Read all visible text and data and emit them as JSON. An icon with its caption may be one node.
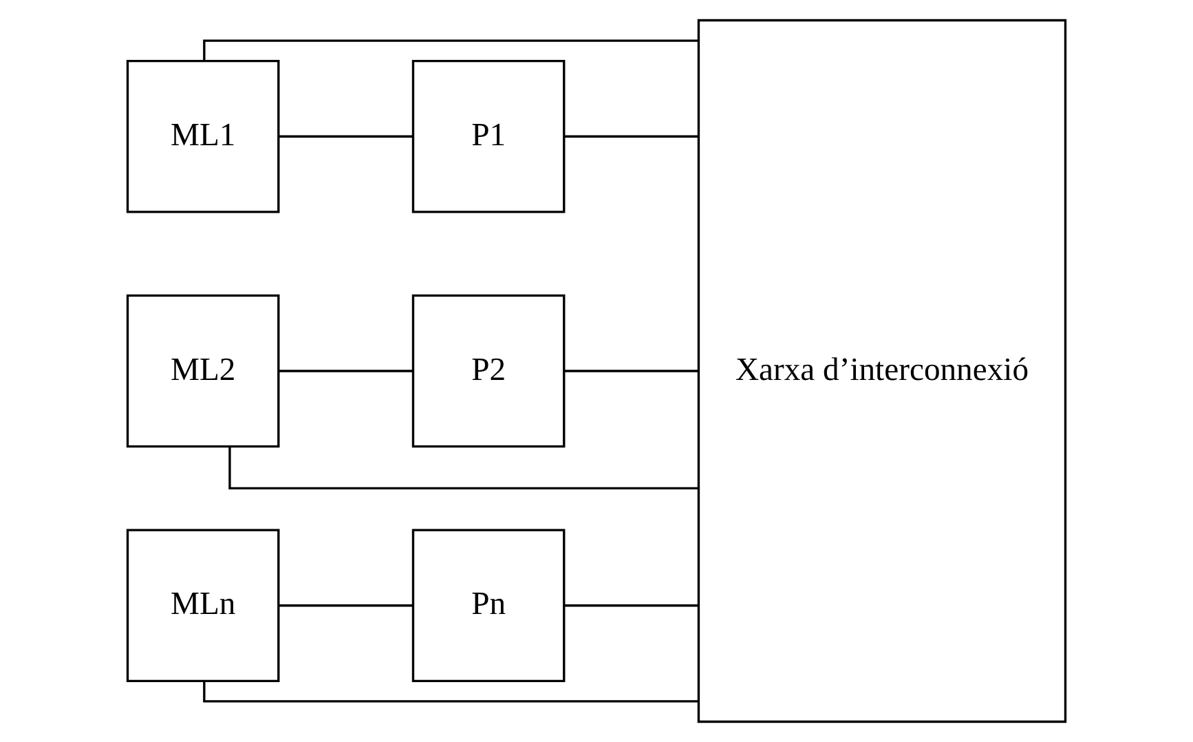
{
  "diagram": {
    "nodes": [
      {
        "text": [
          "ML1"
        ]
      },
      {
        "text": [
          "P1"
        ]
      },
      {
        "text": [
          "ML2"
        ]
      },
      {
        "text": [
          "P2"
        ]
      },
      {
        "text": [
          "MLn"
        ]
      },
      {
        "text": [
          "Pn"
        ]
      },
      {
        "text": [
          "Xarxa d’interconnexió"
        ]
      }
    ],
    "edges": [
      {
        "from": 0,
        "to": 1,
        "arrow": "none"
      },
      {
        "from": 1,
        "to": 6,
        "arrow": "none"
      },
      {
        "from": 6,
        "to": 0,
        "arrow": "none"
      },
      {
        "from": 2,
        "to": 3,
        "arrow": "none"
      },
      {
        "from": 3,
        "to": 6,
        "arrow": "none"
      },
      {
        "from": 6,
        "to": 2,
        "arrow": "none"
      },
      {
        "from": 4,
        "to": 5,
        "arrow": "none"
      },
      {
        "from": 5,
        "to": 6,
        "arrow": "none"
      },
      {
        "from": 6,
        "to": 4,
        "arrow": "none"
      }
    ]
  }
}
